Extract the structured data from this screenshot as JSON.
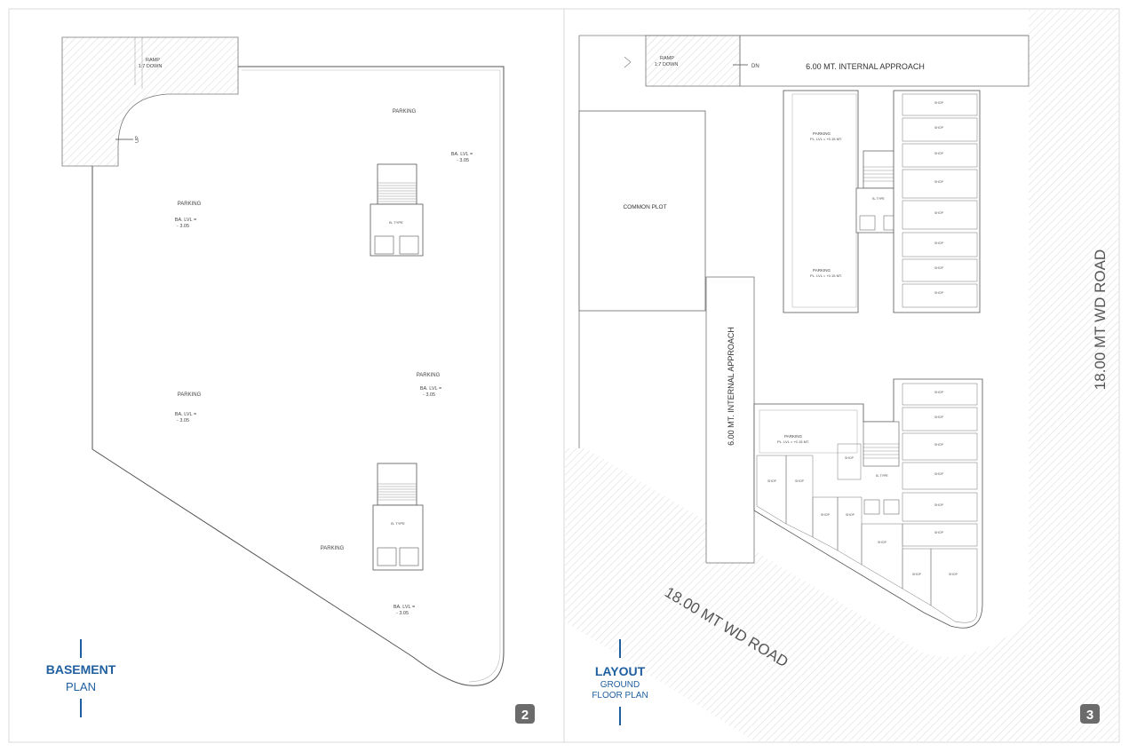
{
  "basement": {
    "caption_title": "BASEMENT",
    "caption_sub": "PLAN",
    "page_number": "2",
    "ramp_label": "RAMP",
    "ramp_slope": "1:7 DOWN",
    "up_label": "UP",
    "parking_label": "PARKING",
    "level_label": "BA. LVL =",
    "level_value": "- 3.05",
    "stair_type": "B- TYPE"
  },
  "layout": {
    "caption_title": "LAYOUT",
    "caption_sub1": "GROUND",
    "caption_sub2": "FLOOR PLAN",
    "page_number": "3",
    "ramp_label": "RAMP",
    "ramp_slope": "1:7 DOWN",
    "dn_label": "DN",
    "internal_approach_top": "6.00 MT. INTERNAL APPROACH",
    "internal_approach_vertical": "6.00 MT. INTERNAL APPROACH",
    "common_plot": "COMMON PLOT",
    "road_right": "18.00 MT WD ROAD",
    "road_diagonal": "18.00 MT WD ROAD",
    "parking_label": "PARKING",
    "parking_level": "PL. LVL = +0.15 MT.",
    "stair_type": "B- TYPE",
    "shop_label": "SHOP"
  }
}
